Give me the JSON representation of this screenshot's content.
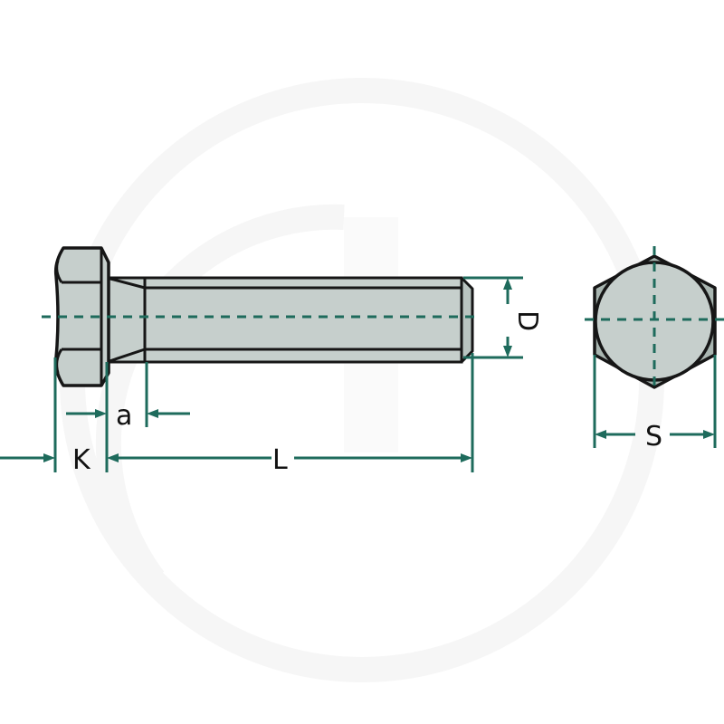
{
  "diagram": {
    "title": "Hex head bolt dimension drawing",
    "colors": {
      "background": "#ffffff",
      "part_fill": "#c6cfcc",
      "part_fill_dark": "#a9b6b1",
      "outline": "#161616",
      "dimension": "#1e6b5c",
      "watermark": "#f7f7f7"
    },
    "labels": {
      "head_height": "K",
      "transition_length": "a",
      "shank_length": "L",
      "thread_diameter": "D",
      "width_across_flats": "S"
    },
    "views": [
      {
        "id": "side-view",
        "description": "Side view of hex bolt with head, shank and chamfered thread end"
      },
      {
        "id": "end-view",
        "description": "End view of hexagon head with inscribed circle and center cross"
      }
    ]
  }
}
